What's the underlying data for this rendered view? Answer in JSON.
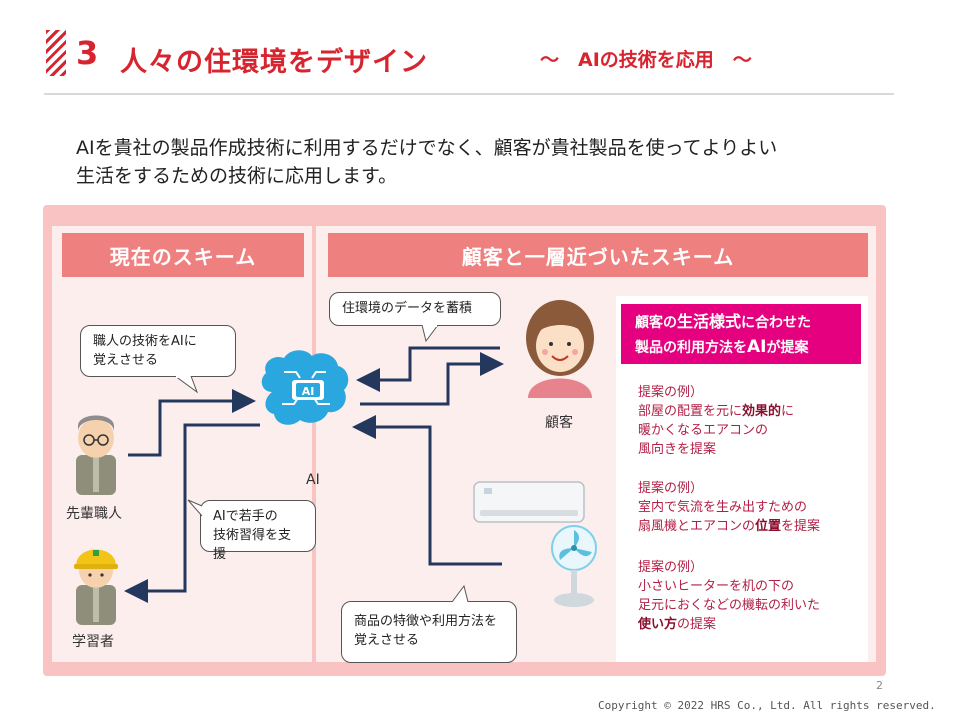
{
  "header": {
    "number": "3",
    "title": "人々の住環境をデザイン",
    "subtitle": "～　AIの技術を応用　～"
  },
  "intro": {
    "line1": "AIを貴社の製品作成技術に利用するだけでなく、顧客が貴社製品を使ってよりよい",
    "line2": "生活をするための技術に応用します。"
  },
  "left_panel": {
    "title": "現在のスキーム",
    "bubble_teach_1": "職人の技術をAIに",
    "bubble_teach_2": "覚えさせる",
    "bubble_support_1": "AIで若手の",
    "bubble_support_2": "技術習得を支援",
    "senior_label": "先輩職人",
    "learner_label": "学習者"
  },
  "right_panel": {
    "title": "顧客と一層近づいたスキーム",
    "bubble_data": "住環境のデータを蓄積",
    "bubble_product_1": "商品の特徴や利用方法を",
    "bubble_product_2": "覚えさせる",
    "customer_label": "顧客",
    "ai_label": "AI"
  },
  "suggestion": {
    "head_1a": "顧客の",
    "head_1b": "生活様式",
    "head_1c": "に合わせた",
    "head_2a": "製品の利用方法を",
    "head_2b": "AI",
    "head_2c": "が提案",
    "ex1_title": "提案の例）",
    "ex1_l1": "部屋の配置を元に",
    "ex1_l1b": "効果的",
    "ex1_l1c": "に",
    "ex1_l2": "暖かくなるエアコンの",
    "ex1_l3": "風向きを提案",
    "ex2_title": "提案の例）",
    "ex2_l1": "室内で気流を生み出すための",
    "ex2_l2a": "扇風機とエアコンの",
    "ex2_l2b": "位置",
    "ex2_l2c": "を提案",
    "ex3_title": "提案の例）",
    "ex3_l1": "小さいヒーターを机の下の",
    "ex3_l2": "足元におくなどの機転の利いた",
    "ex3_l3a": "使い方",
    "ex3_l3b": "の提案"
  },
  "ai_chip_text": "AI",
  "footer": {
    "page": "2",
    "copyright": "Copyright © 2022 HRS Co., Ltd. All rights reserved."
  },
  "colors": {
    "brand_red": "#d7242f",
    "panel_pink": "#f9c3c3",
    "header_salmon": "#ef8080",
    "magenta": "#e4007f",
    "arrow_navy": "#24375c"
  }
}
